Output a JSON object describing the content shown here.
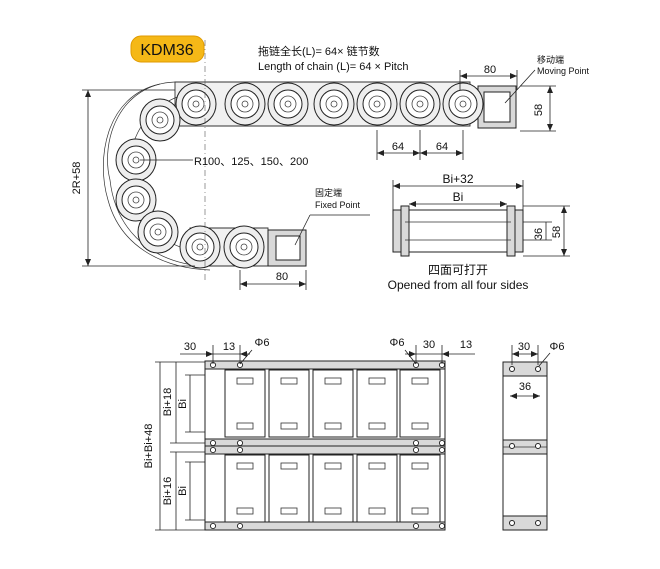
{
  "badge": {
    "label": "KDM36",
    "color": "#f5b817"
  },
  "chain": {
    "length_cn": "拖链全长(L)= 64× 链节数",
    "length_en": "Length of chain (L)= 64 × Pitch",
    "moving_cn": "移动端",
    "moving_en": "Moving Point",
    "fixed_cn": "固定端",
    "fixed_en": "Fixed Point",
    "radius_label": "R100、125、150、200",
    "height_label": "2R+58",
    "dim_80_top": "80",
    "dim_58_right": "58",
    "dim_64_a": "64",
    "dim_64_b": "64",
    "dim_80_bottom": "80"
  },
  "section": {
    "bi32": "Bi+32",
    "bi": "Bi",
    "dim_36": "36",
    "dim_58": "58",
    "note_cn": "四面可打开",
    "note_en": "Opened from all four sides"
  },
  "mounting": {
    "dim_30_left": "30",
    "dim_13_left": "13",
    "phi6_left": "Φ6",
    "phi6_right": "Φ6",
    "dim_30_right": "30",
    "dim_13_right": "13",
    "bi18": "Bi+18",
    "bi_top": "Bi",
    "bi_total": "Bi+Bi+48",
    "bi16": "Bi+16",
    "bi_bottom": "Bi"
  },
  "side": {
    "dim_30": "30",
    "phi6": "Φ6",
    "dim_36": "36"
  }
}
